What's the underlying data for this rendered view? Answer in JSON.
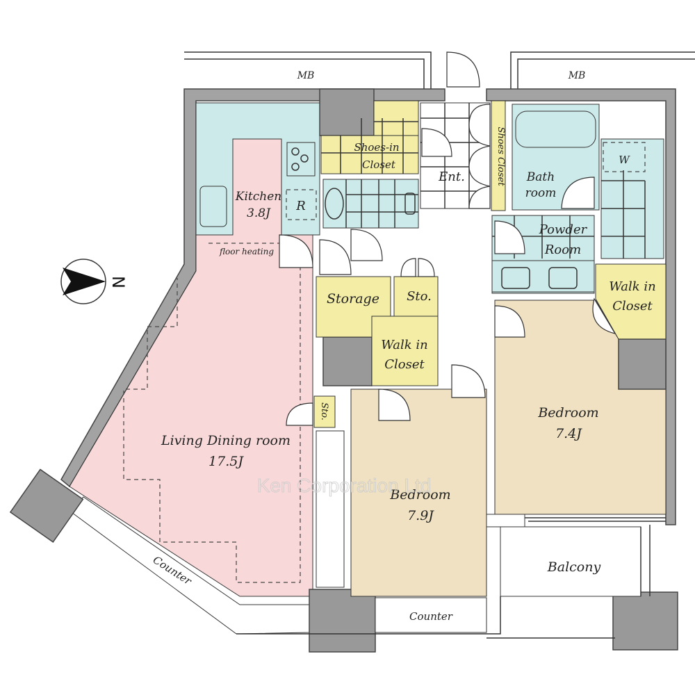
{
  "labels": {
    "mb_left": "MB",
    "mb_right": "MB",
    "kitchen": "Kitchen",
    "kitchen_size": "3.8J",
    "refrigerator": "R",
    "floor_heating": "floor heating",
    "shoes_in_closet_1": "Shoes-in",
    "shoes_in_closet_2": "Closet",
    "entrance": "Ent.",
    "shoes_closet": "Shoes Closet",
    "bath_1": "Bath",
    "bath_2": "room",
    "washer": "W",
    "powder_1": "Powder",
    "powder_2": "Room",
    "wic_right_1": "Walk in",
    "wic_right_2": "Closet",
    "storage": "Storage",
    "sto_1": "Sto.",
    "wic_center_1": "Walk in",
    "wic_center_2": "Closet",
    "sto_2": "Sto.",
    "living_1": "Living Dining room",
    "living_size": "17.5J",
    "bedroom_left": "Bedroom",
    "bedroom_left_size": "7.9J",
    "bedroom_right": "Bedroom",
    "bedroom_right_size": "7.4J",
    "balcony": "Balcony",
    "counter_diag": "Counter",
    "counter_bottom": "Counter",
    "compass": "N",
    "watermark": "Ken Corporation Ltd"
  },
  "colors": {
    "living": "#f8d8d8",
    "wet": "#cdeaea",
    "storage": "#f3eda6",
    "bedroom": "#efe1c1",
    "wall": "#a3a3a3"
  }
}
